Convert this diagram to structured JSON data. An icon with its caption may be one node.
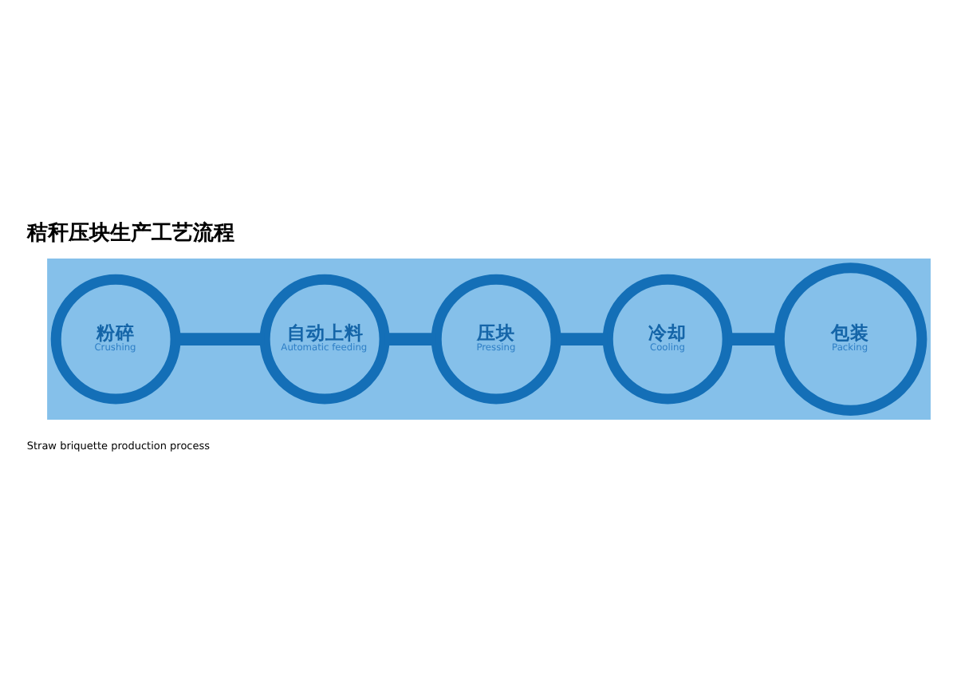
{
  "diagram": {
    "title": "秸秆压块生产工艺流程",
    "nodes": [
      {
        "text": [],
        "shape": "box"
      },
      {
        "text": [
          "粉碎",
          "Crushing"
        ],
        "in": 0
      },
      {
        "text": [
          "自动上料",
          "Automatic feeding"
        ],
        "in": 0
      },
      {
        "text": [
          "压块",
          "Pressing"
        ],
        "in": 0
      },
      {
        "text": [
          "冷却",
          "Cooling"
        ],
        "in": 0
      },
      {
        "text": [
          "包装",
          "Packing"
        ],
        "in": 0
      }
    ],
    "edges": [
      {
        "from": 1,
        "to": 2,
        "arrow": "none"
      },
      {
        "from": 2,
        "to": 3,
        "arrow": "none"
      },
      {
        "from": 3,
        "to": 4,
        "arrow": "none"
      },
      {
        "from": 4,
        "to": 5,
        "arrow": "none"
      }
    ],
    "labels": [
      "Straw briquette production process"
    ]
  }
}
